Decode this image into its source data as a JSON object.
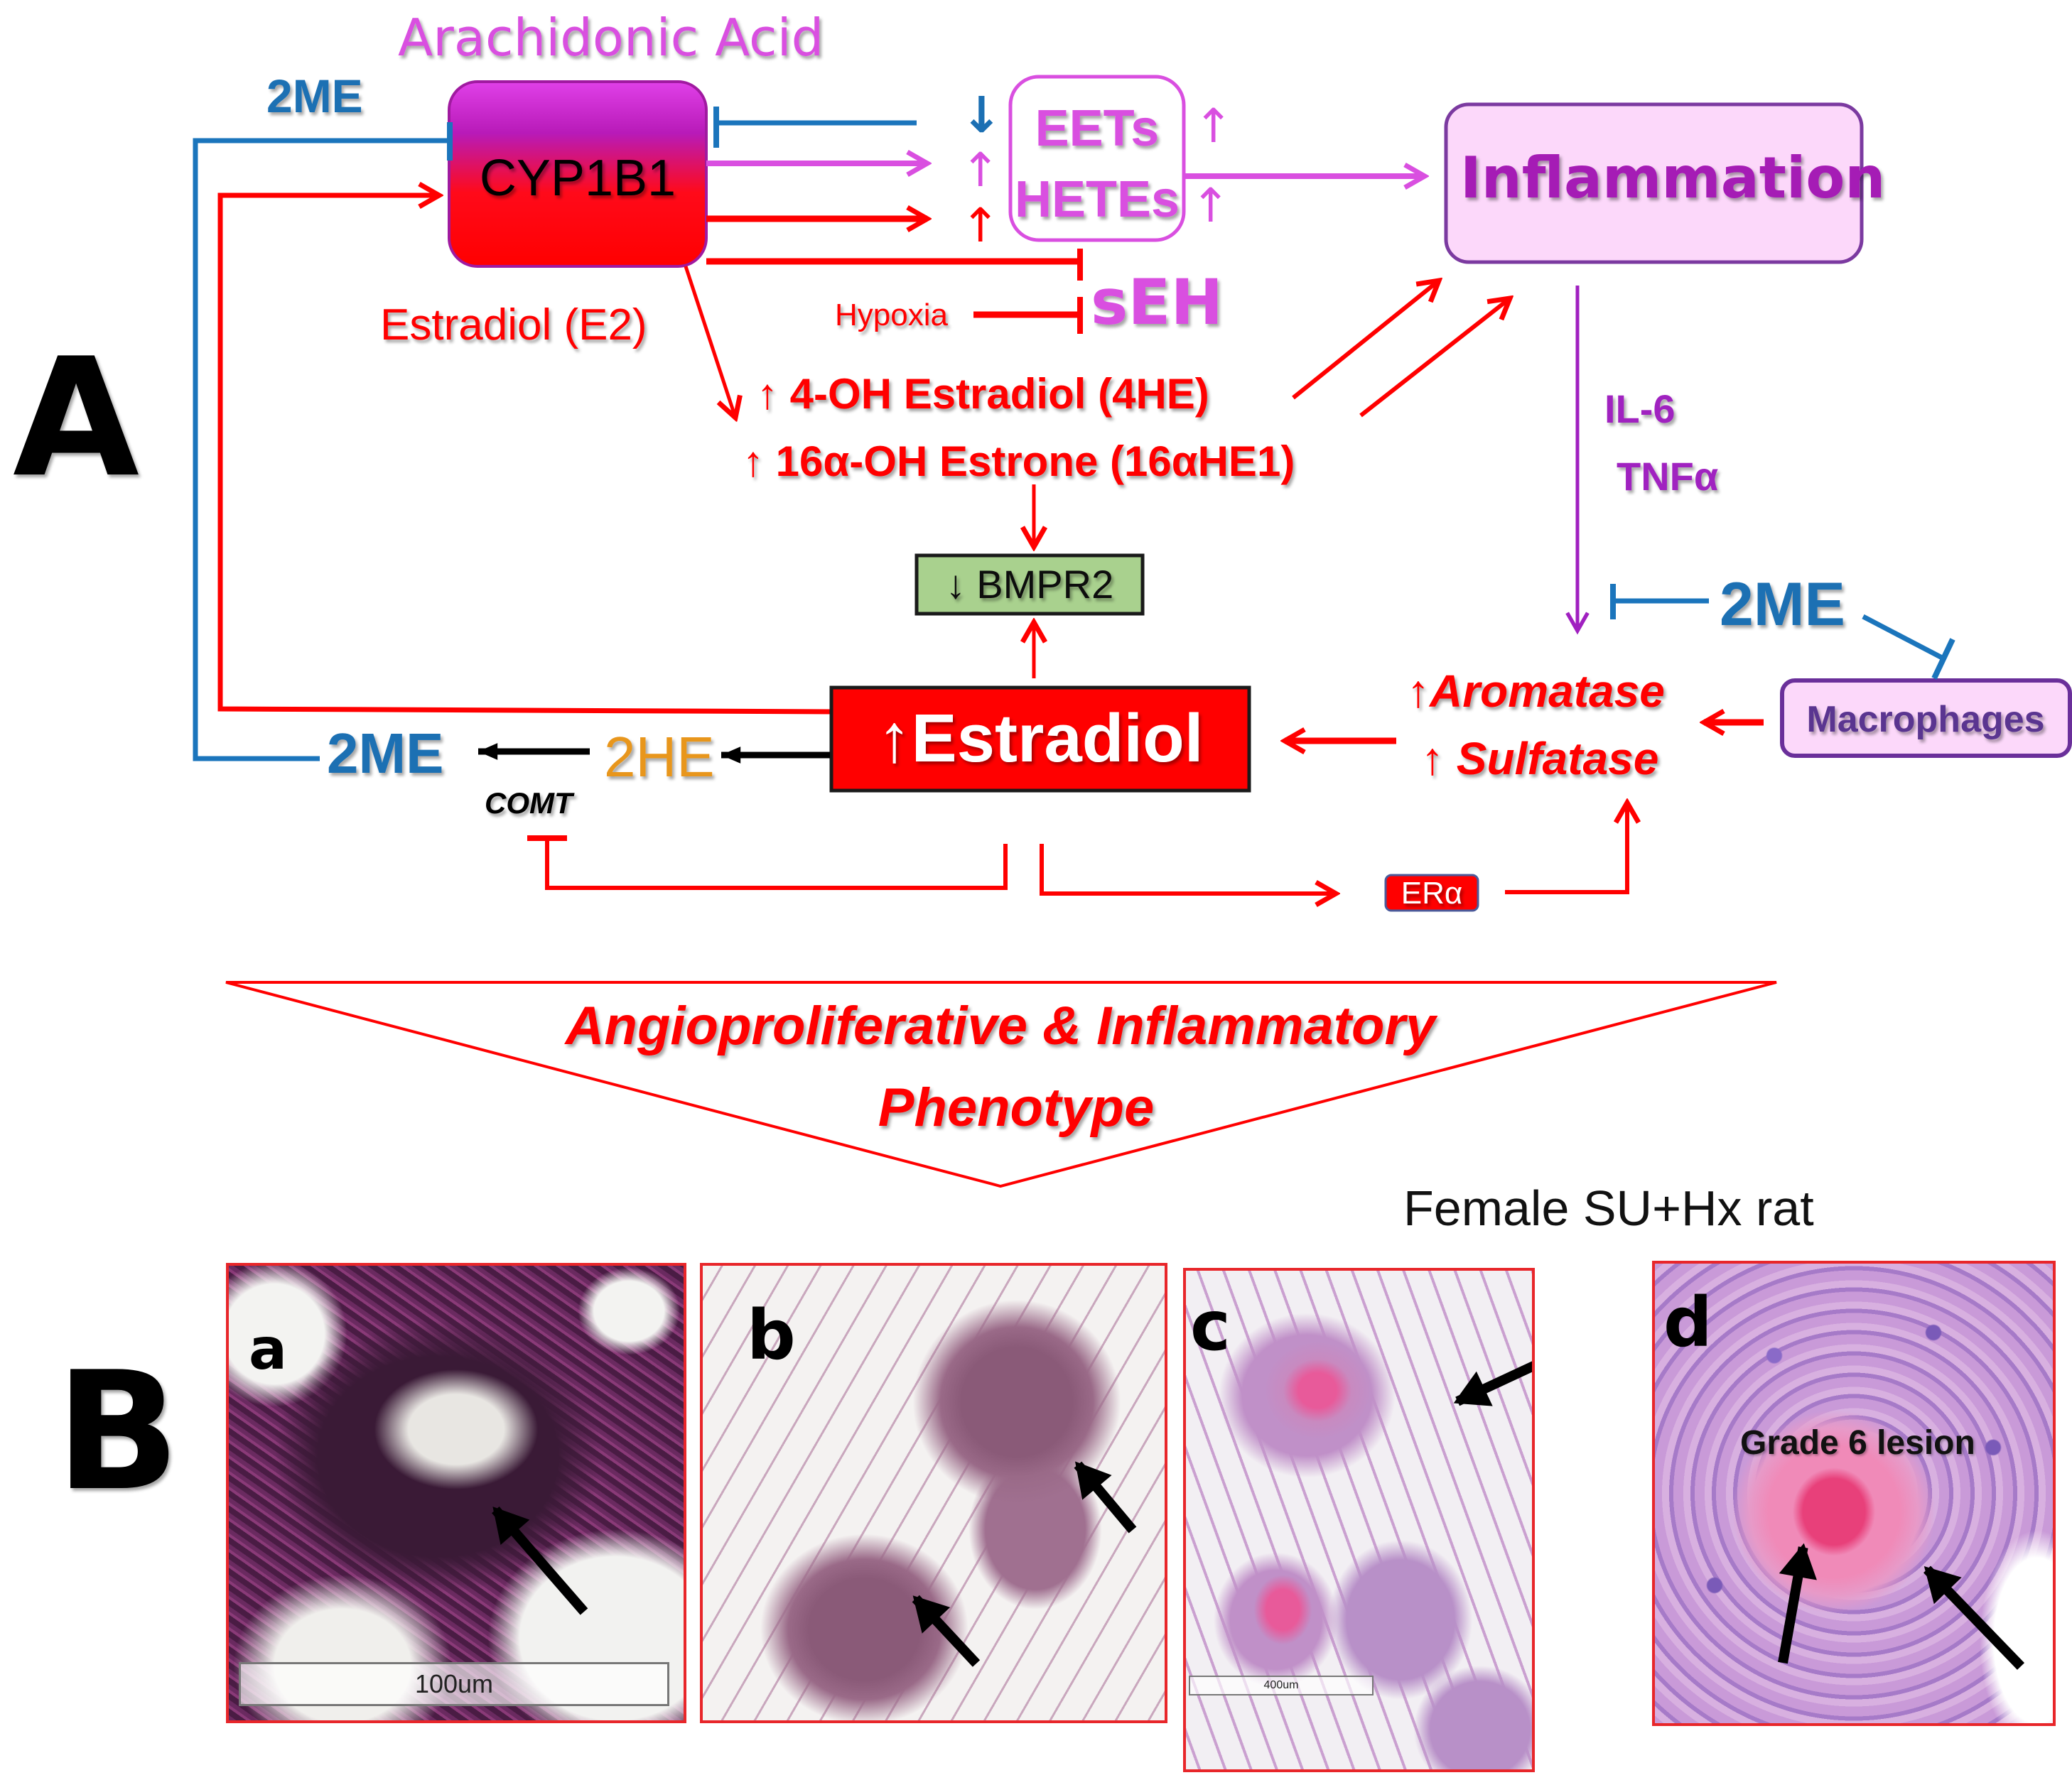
{
  "figure": {
    "panel_a_label": "A",
    "panel_b_label": "B"
  },
  "pathway": {
    "arachidonic_acid": "Arachidonic  Acid",
    "cyp1b1": "CYP1B1",
    "estradiol_e2": "Estradiol (E2)",
    "inhibitor_2me_top": "2ME",
    "eets": "EETs",
    "hetes": "HETEs",
    "arrow_down": "↓",
    "arrow_up": "↑",
    "seh": "sEH",
    "hypoxia": "Hypoxia",
    "inflammation": "Inflammation",
    "metabolite_4he": "↑ 4-OH Estradiol (4HE)",
    "metabolite_16ahe1": "↑ 16α-OH Estrone (16αHE1)",
    "bmpr2": "↓ BMPR2",
    "estradiol_up": "↑Estradiol",
    "cytokine_il6": "IL-6",
    "cytokine_tnfa": "TNFα",
    "inhibitor_2me_right": "2ME",
    "macrophages": "Macrophages",
    "aromatase": "↑Aromatase",
    "sulfatase": "↑ Sulfatase",
    "metabolite_2me": "2ME",
    "metabolite_2he": "2HE",
    "comt": "COMT",
    "era": "ERα"
  },
  "phenotype": {
    "line1": "Angioproliferative & Inflammatory",
    "line2": "Phenotype"
  },
  "histology": {
    "title": "Female SU+Hx  rat",
    "panels": [
      {
        "letter": "a",
        "scale": "100um"
      },
      {
        "letter": "b"
      },
      {
        "letter": "c",
        "scale": "400um"
      },
      {
        "letter": "d",
        "annotation": "Grade 6 lesion"
      }
    ]
  },
  "colors": {
    "red": "#ff0000",
    "blue": "#1b75bc",
    "magenta": "#d94fe0",
    "purple": "#a020c0",
    "inflammation_fill": "#fcd8fa",
    "bmpr2_fill": "#a9d18e",
    "orange": "#e8961e",
    "panel_border": "#e8262a"
  }
}
